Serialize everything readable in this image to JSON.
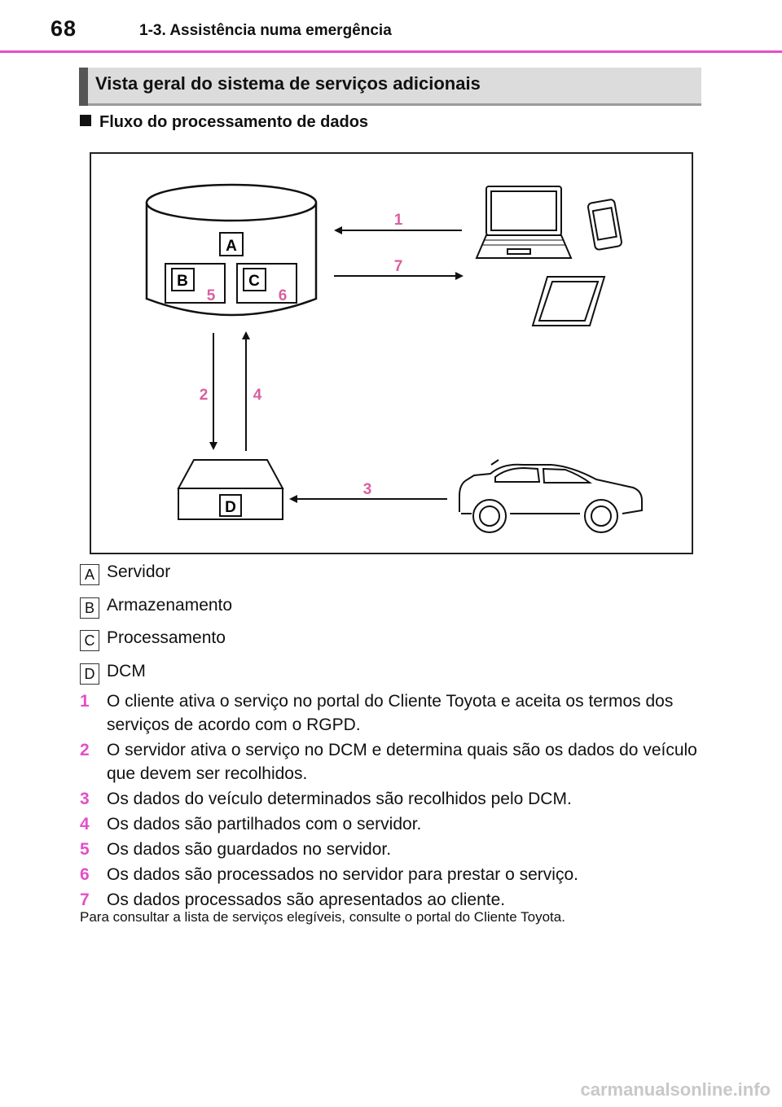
{
  "header": {
    "page_number": "68",
    "chapter": "1-3. Assistência numa emergência"
  },
  "section": {
    "title": "Vista geral do sistema de serviços adicionais"
  },
  "subheading": "Fluxo do processamento de dados",
  "diagram": {
    "box_labels": {
      "A": "A",
      "B": "B",
      "C": "C",
      "D": "D"
    },
    "flow_numbers": {
      "n1": "1",
      "n2": "2",
      "n3": "3",
      "n4": "4",
      "n5": "5",
      "n6": "6",
      "n7": "7"
    },
    "accent_color": "#e44fc8"
  },
  "legend": [
    {
      "key": "A",
      "text": "Servidor"
    },
    {
      "key": "B",
      "text": "Armazenamento"
    },
    {
      "key": "C",
      "text": "Processamento"
    },
    {
      "key": "D",
      "text": "DCM"
    }
  ],
  "steps": [
    {
      "num": "1",
      "text": "O cliente ativa o serviço no portal do Cliente Toyota e aceita os termos dos serviços de acordo com o RGPD."
    },
    {
      "num": "2",
      "text": "O servidor ativa o serviço no DCM e determina quais são os dados do veículo que devem ser recolhidos."
    },
    {
      "num": "3",
      "text": "Os dados do veículo determinados são recolhidos pelo DCM."
    },
    {
      "num": "4",
      "text": "Os dados são partilhados com o servidor."
    },
    {
      "num": "5",
      "text": "Os dados são guardados no servidor."
    },
    {
      "num": "6",
      "text": "Os dados são processados no servidor para prestar o serviço."
    },
    {
      "num": "7",
      "text": "Os dados processados são apresentados ao cliente."
    }
  ],
  "footnote": "Para consultar a lista de serviços elegíveis, consulte o portal do Cliente Toyota.",
  "watermark": "carmanualsonline.info"
}
